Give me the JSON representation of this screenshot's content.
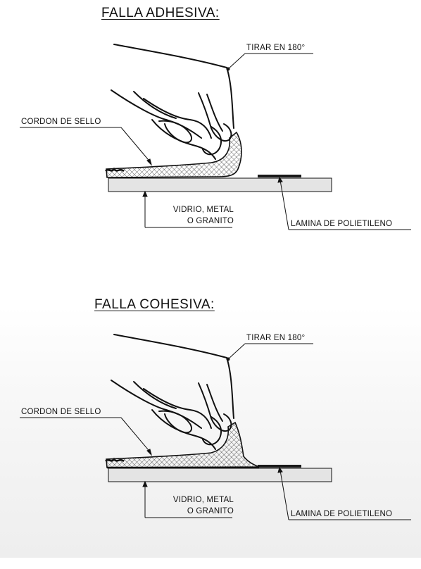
{
  "panels": [
    {
      "title": "FALLA ADHESIVA:",
      "pull_label": "TIRAR EN 180°",
      "bead_label": "CORDON  DE  SELLO",
      "substrate_label_1": "VIDRIO, METAL",
      "substrate_label_2": "O  GRANITO",
      "film_label": "LAMINA DE POLIETILENO"
    },
    {
      "title": "FALLA  COHESIVA:",
      "pull_label": "TIRAR EN 180°",
      "bead_label": "CORDON  DE  SELLO",
      "substrate_label_1": "VIDRIO, METAL",
      "substrate_label_2": "O  GRANITO",
      "film_label": "LAMINA DE POLIETILENO"
    }
  ],
  "colors": {
    "substrate": "#e4e4e4",
    "ink": "#111111",
    "film": "#1a1a1a"
  }
}
